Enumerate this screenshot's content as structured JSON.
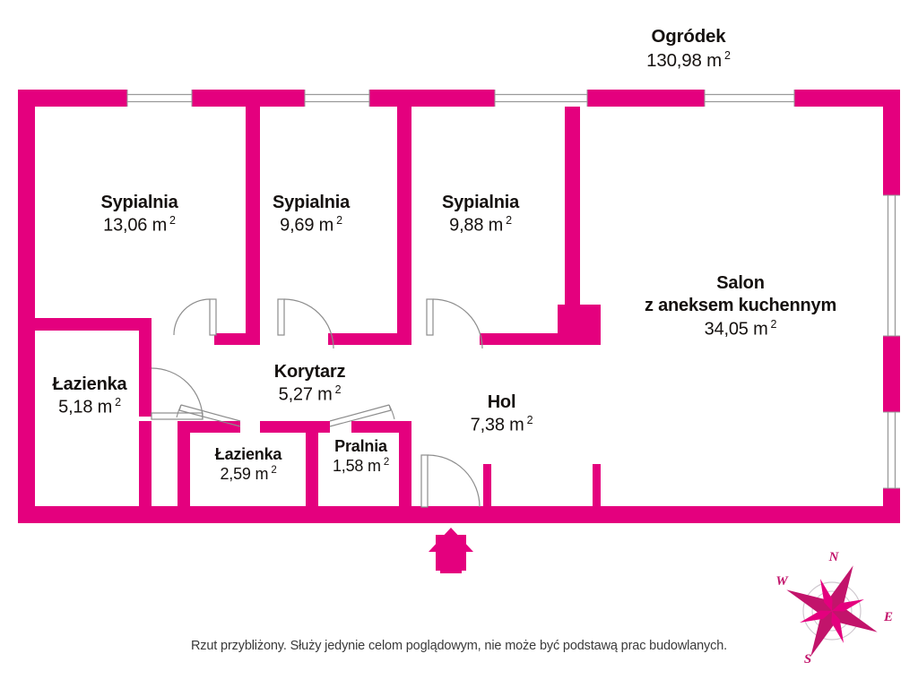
{
  "meta": {
    "accent_color": "#E4007E",
    "text_color": "#15110f",
    "background": "#ffffff",
    "thin_line_color": "#9a9a9a"
  },
  "garden": {
    "name": "Ogródek",
    "area": "130,98 m",
    "unit_exp": "2"
  },
  "rooms": [
    {
      "id": "sypialnia-1",
      "name": "Sypialnia",
      "area": "13,06 m",
      "unit_exp": "2"
    },
    {
      "id": "sypialnia-2",
      "name": "Sypialnia",
      "area": "9,69 m",
      "unit_exp": "2"
    },
    {
      "id": "sypialnia-3",
      "name": "Sypialnia",
      "area": "9,88 m",
      "unit_exp": "2"
    },
    {
      "id": "salon",
      "name": "Salon",
      "name2": "z aneksem kuchennym",
      "area": "34,05 m",
      "unit_exp": "2"
    },
    {
      "id": "lazienka-1",
      "name": "Łazienka",
      "area": "5,18 m",
      "unit_exp": "2"
    },
    {
      "id": "korytarz",
      "name": "Korytarz",
      "area": "5,27 m",
      "unit_exp": "2"
    },
    {
      "id": "lazienka-2",
      "name": "Łazienka",
      "area": "2,59 m",
      "unit_exp": "2"
    },
    {
      "id": "pralnia",
      "name": "Pralnia",
      "area": "1,58 m",
      "unit_exp": "2"
    },
    {
      "id": "hol",
      "name": "Hol",
      "area": "7,38 m",
      "unit_exp": "2"
    }
  ],
  "compass": {
    "north": "N",
    "east": "E",
    "south": "S",
    "west": "W"
  },
  "disclaimer": "Rzut przybliżony. Służy jedynie celom poglądowym, nie może być podstawą prac budowlanych."
}
